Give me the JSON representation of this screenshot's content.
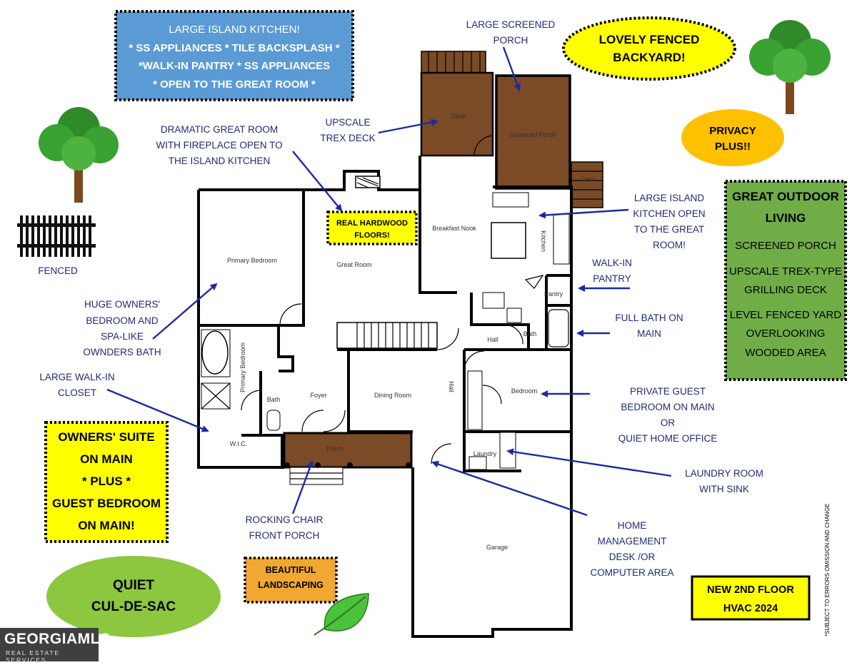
{
  "callouts": {
    "kitchen_box": [
      "LARGE ISLAND KITCHEN!",
      "* SS APPLIANCES *  TILE BACKSPLASH *",
      "*WALK-IN PANTRY * SS APPLIANCES",
      "* OPEN TO THE GREAT ROOM *"
    ],
    "fenced_backyard": [
      "LOVELY FENCED",
      "BACKYARD!"
    ],
    "privacy": [
      "PRIVACY",
      "PLUS!!"
    ],
    "outdoor_title": [
      "GREAT OUTDOOR",
      "LIVING"
    ],
    "outdoor_items": [
      "SCREENED PORCH",
      "UPSCALE TREX-TYPE",
      "GRILLING DECK",
      "LEVEL FENCED YARD",
      "OVERLOOKING",
      "WOODED AREA"
    ],
    "hardwood": [
      "REAL HARDWOOD",
      "FLOORS!"
    ],
    "owners_suite": [
      "OWNERS' SUITE",
      "ON MAIN",
      "* PLUS *",
      "GUEST BEDROOM",
      "ON MAIN!"
    ],
    "cul_de_sac": [
      "QUIET",
      "CUL-DE-SAC"
    ],
    "landscaping": [
      "BEAUTIFUL",
      "LANDSCAPING"
    ],
    "hvac": [
      "NEW 2ND FLOOR",
      "HVAC 2024"
    ],
    "disclaimer": "*SUBJECT TO ERRORS OMISSION AND CHANGE",
    "fenced_label": "FENCED"
  },
  "annotations": {
    "screened_porch": [
      "LARGE SCREENED",
      "PORCH"
    ],
    "trex_deck": [
      "UPSCALE",
      "TREX DECK"
    ],
    "great_room": [
      "DRAMATIC GREAT ROOM",
      "WITH FIREPLACE OPEN TO",
      "THE ISLAND KITCHEN"
    ],
    "island_kitchen": [
      "LARGE ISLAND",
      "KITCHEN OPEN",
      "TO THE GREAT",
      "ROOM!"
    ],
    "walk_in_pantry": [
      "WALK-IN",
      "PANTRY"
    ],
    "full_bath": [
      "FULL BATH ON",
      "MAIN"
    ],
    "owners_bedroom": [
      "HUGE OWNERS'",
      "BEDROOM AND",
      "SPA-LIKE",
      "OWNDERS BATH"
    ],
    "walk_in_closet": [
      "LARGE WALK-IN",
      "CLOSET"
    ],
    "guest_bedroom": [
      "PRIVATE GUEST",
      "BEDROOM ON MAIN",
      "OR",
      "QUIET HOME OFFICE"
    ],
    "laundry": [
      "LAUNDRY ROOM",
      "WITH SINK"
    ],
    "front_porch": [
      "ROCKING CHAIR",
      "FRONT PORCH"
    ],
    "home_mgmt": [
      "HOME",
      "MANAGEMENT",
      "DESK /OR",
      "COMPUTER AREA"
    ]
  },
  "rooms": {
    "deck": "Deck",
    "screened_porch": "Screened Porch",
    "deck_small": "Deck",
    "breakfast_nook": "Breakfast Nook",
    "kitchen": "Kitchen",
    "great_room": "Great Room",
    "primary_bedroom": "Primary Bedroom",
    "primary_bath": "Primary Bedroom",
    "pantry": "Pantry",
    "hall1": "Hall",
    "bath": "Bath",
    "bath2": "Bath",
    "bedroom": "Bedroom",
    "hall2": "Hall",
    "foyer": "Foyer",
    "dining": "Dining Room",
    "wic": "W.I.C.",
    "porch": "Porch",
    "laundry": "Laundry",
    "garage": "Garage"
  },
  "logo": {
    "main": "GEORGIAMLS",
    "sub": "REAL ESTATE SERVICES"
  },
  "colors": {
    "blue_box": "#5b9bd5",
    "yellow": "#ffff00",
    "green": "#70ad47",
    "orange": "#ffc000",
    "deck_brown": "#7b4a26",
    "annotation_blue": "#1f2a7a",
    "arrow_blue": "#1a2aa5"
  }
}
